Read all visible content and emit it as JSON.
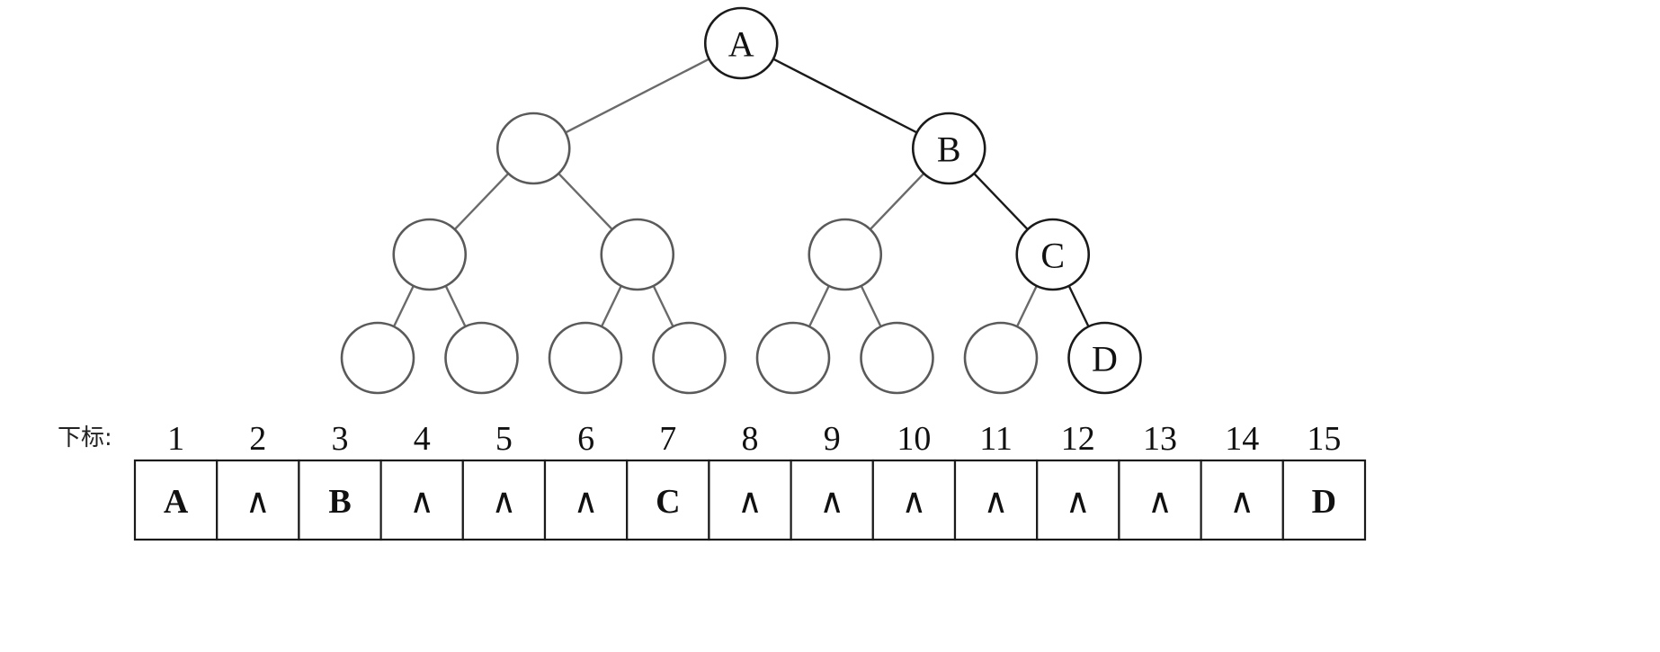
{
  "tree": {
    "nodes": [
      {
        "index": 1,
        "label": "A"
      },
      {
        "index": 2,
        "label": ""
      },
      {
        "index": 3,
        "label": "B"
      },
      {
        "index": 4,
        "label": ""
      },
      {
        "index": 5,
        "label": ""
      },
      {
        "index": 6,
        "label": ""
      },
      {
        "index": 7,
        "label": "C"
      },
      {
        "index": 8,
        "label": ""
      },
      {
        "index": 9,
        "label": ""
      },
      {
        "index": 10,
        "label": ""
      },
      {
        "index": 11,
        "label": ""
      },
      {
        "index": 12,
        "label": ""
      },
      {
        "index": 13,
        "label": ""
      },
      {
        "index": 14,
        "label": ""
      },
      {
        "index": 15,
        "label": "D"
      }
    ]
  },
  "array": {
    "caption": "下标:",
    "indices": [
      "1",
      "2",
      "3",
      "4",
      "5",
      "6",
      "7",
      "8",
      "9",
      "10",
      "11",
      "12",
      "13",
      "14",
      "15"
    ],
    "cells": [
      "A",
      "∧",
      "B",
      "∧",
      "∧",
      "∧",
      "C",
      "∧",
      "∧",
      "∧",
      "∧",
      "∧",
      "∧",
      "∧",
      "D"
    ]
  }
}
